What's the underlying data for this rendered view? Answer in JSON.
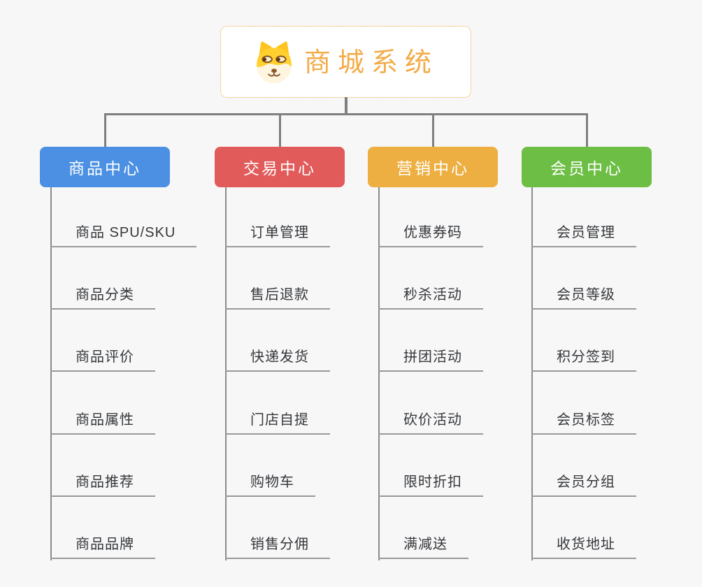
{
  "page": {
    "background_color": "#f7f7f7",
    "connector_color": "#7f7f7f",
    "leaf_line_color": "#999999"
  },
  "root": {
    "title": "商城系统",
    "icon": "dog-face-icon",
    "title_color": "#f2ac49",
    "border_color": "#efa73e"
  },
  "branches": [
    {
      "label": "商品中心",
      "color": "#4b90e2",
      "children": [
        "商品 SPU/SKU",
        "商品分类",
        "商品评价",
        "商品属性",
        "商品推荐",
        "商品品牌"
      ]
    },
    {
      "label": "交易中心",
      "color": "#e25b5b",
      "children": [
        "订单管理",
        "售后退款",
        "快递发货",
        "门店自提",
        "购物车",
        "销售分佣"
      ]
    },
    {
      "label": "营销中心",
      "color": "#edaf41",
      "children": [
        "优惠券码",
        "秒杀活动",
        "拼团活动",
        "砍价活动",
        "限时折扣",
        "满减送"
      ]
    },
    {
      "label": "会员中心",
      "color": "#6dbe45",
      "children": [
        "会员管理",
        "会员等级",
        "积分签到",
        "会员标签",
        "会员分组",
        "收货地址"
      ]
    }
  ]
}
